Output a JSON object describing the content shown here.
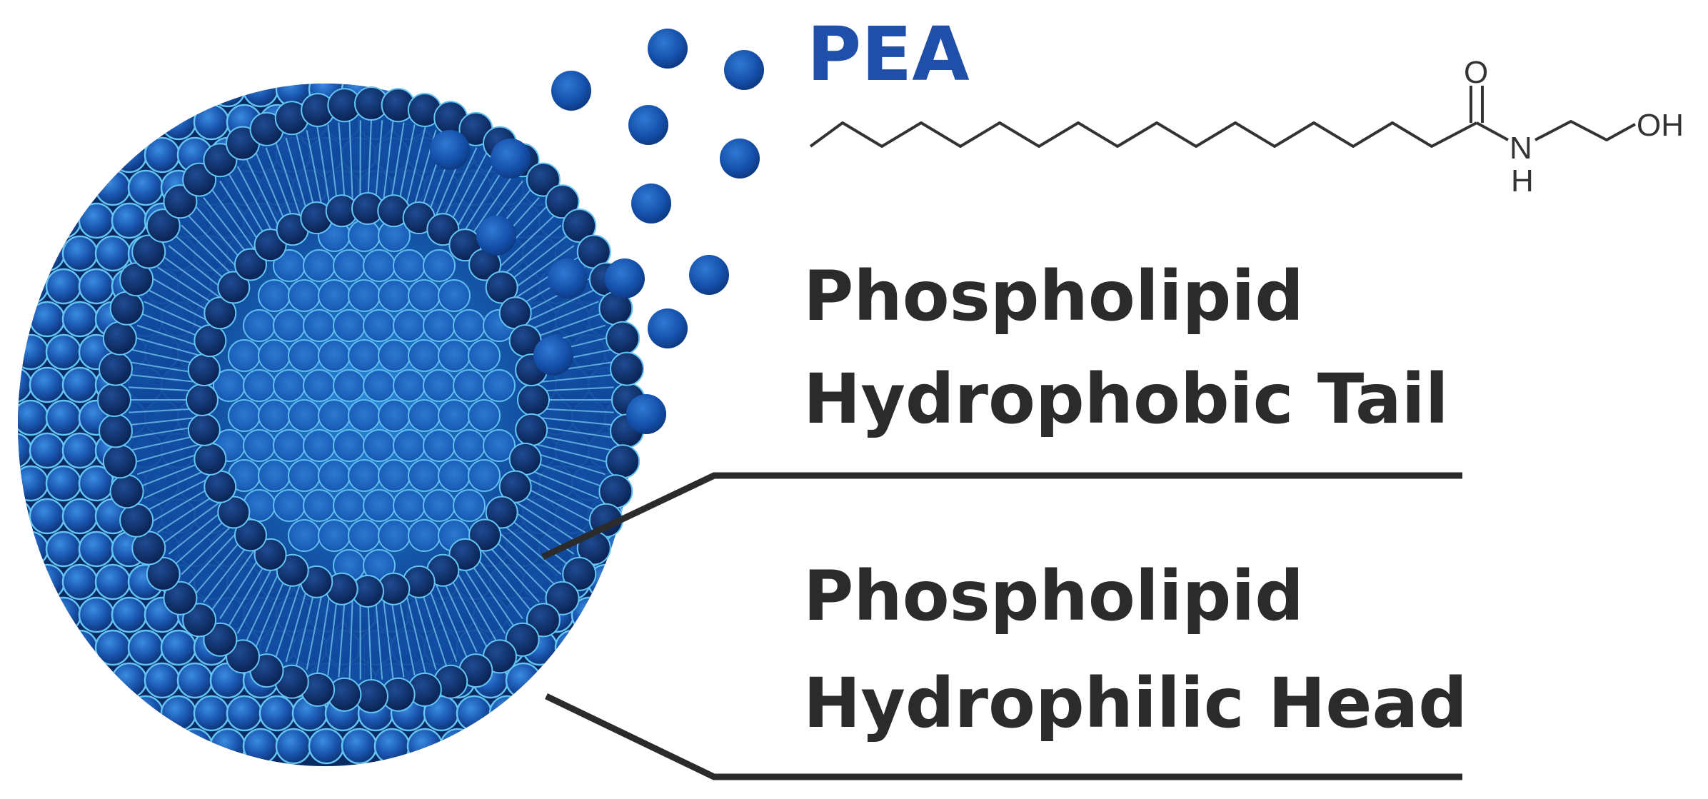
{
  "molecule": {
    "name": "PEA",
    "atoms": {
      "oxygen_carbonyl": "O",
      "nitrogen": "N",
      "hydrogen_on_nitrogen": "H",
      "hydroxyl": "OH"
    }
  },
  "labels": {
    "tail_line1": "Phospholipid",
    "tail_line2": "Hydrophobic Tail",
    "head_line1": "Phospholipid",
    "head_line2": "Hydrophilic Head"
  },
  "colors": {
    "pea_title": "#1f4fa8",
    "sphere_dark": "#0b2f6e",
    "sphere_mid": "#1a56b0",
    "sphere_light": "#3a8de0",
    "sphere_rim": "#63c3f2",
    "label_text": "#2b2b2b",
    "leader_line": "#2b2b2b",
    "chem_bond": "#333333"
  }
}
